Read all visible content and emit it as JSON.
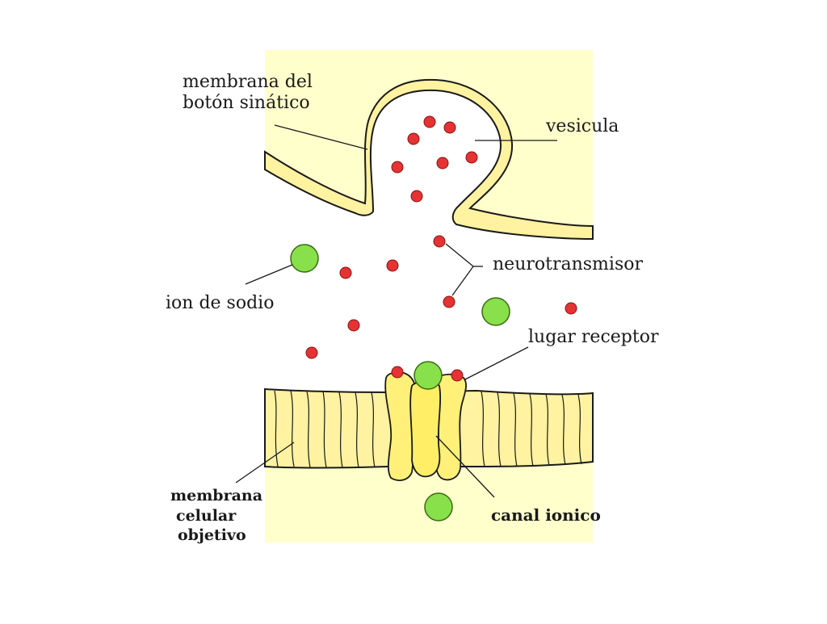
{
  "labels": {
    "membrana_boton_line1": "membrana del",
    "membrana_boton_line2": "botón sinático",
    "vesicula": "vesicula",
    "neurotransmisor": "neurotransmisor",
    "ion_sodio": "ion de sodio",
    "lugar_receptor": "lugar receptor",
    "membrana_celular_line1": "membrana",
    "membrana_celular_line2": "celular",
    "membrana_celular_line3": "objetivo",
    "canal_ionico": "canal ionico"
  },
  "colors": {
    "background_panel": "#ffffcc",
    "membrane_fill": "#fff2a0",
    "channel_fill": "#fff07a",
    "outline": "#1a1a1a",
    "neurotransmitter": "#e53333",
    "sodium_ion": "#88e04a"
  }
}
